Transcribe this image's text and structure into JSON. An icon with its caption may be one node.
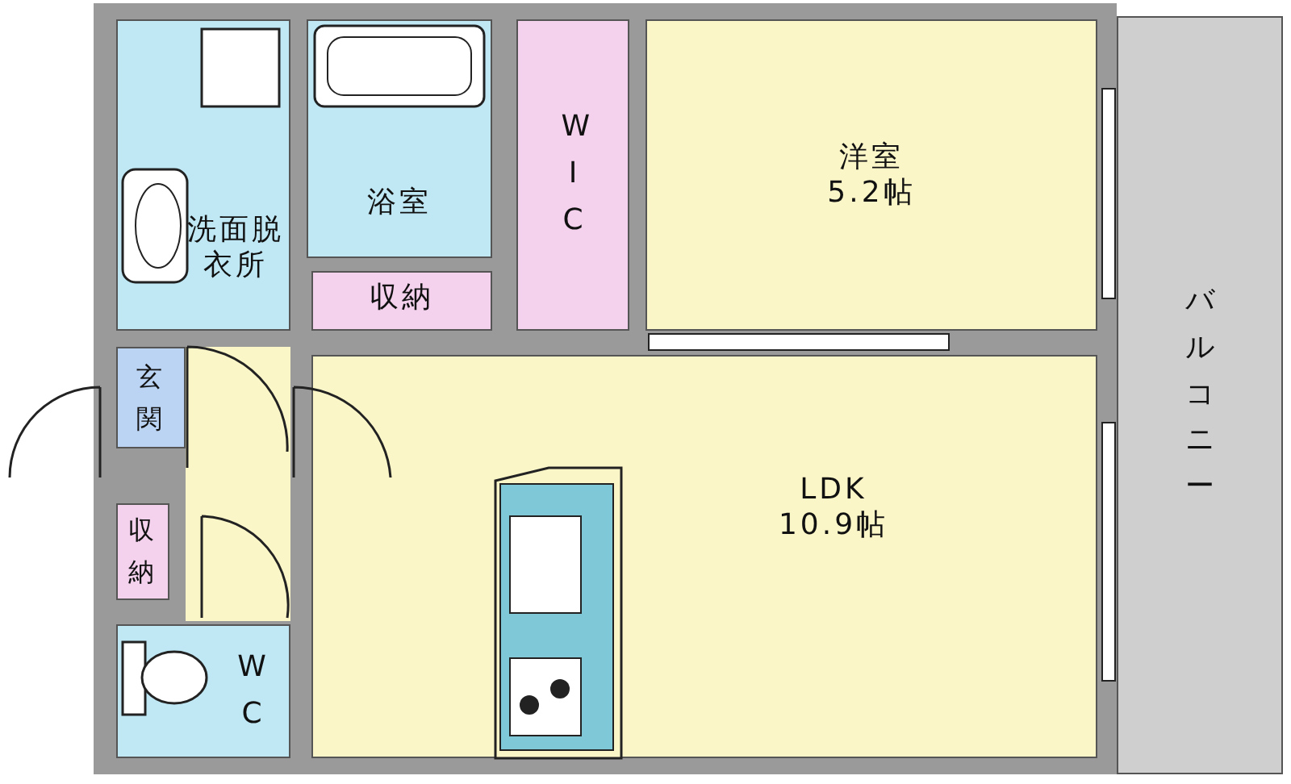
{
  "diagram": {
    "nodes": [
      {
        "text": [
          "洗面脱衣所"
        ]
      },
      {
        "text": [
          "浴室"
        ]
      },
      {
        "text": [
          "WIC"
        ]
      },
      {
        "text": [
          "洋室",
          "5.2帖"
        ]
      },
      {
        "text": [
          "収納"
        ]
      },
      {
        "text": [
          "玄関"
        ]
      },
      {
        "text": [
          "収納"
        ]
      },
      {
        "text": [
          "WC"
        ]
      },
      {
        "text": [
          "LDK",
          "10.9帖"
        ]
      },
      {
        "text": [
          "バルコニー"
        ]
      }
    ],
    "edges": []
  }
}
